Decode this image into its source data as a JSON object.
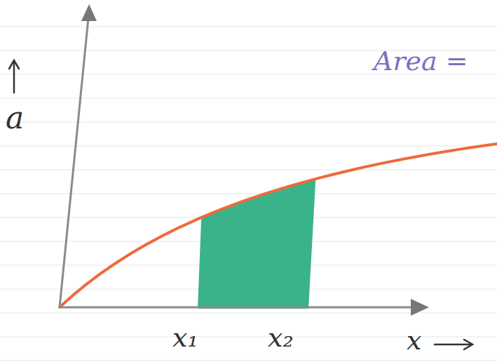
{
  "diagram": {
    "labels": [
      "Area =",
      "a",
      "x₁",
      "x₂",
      "x"
    ]
  }
}
